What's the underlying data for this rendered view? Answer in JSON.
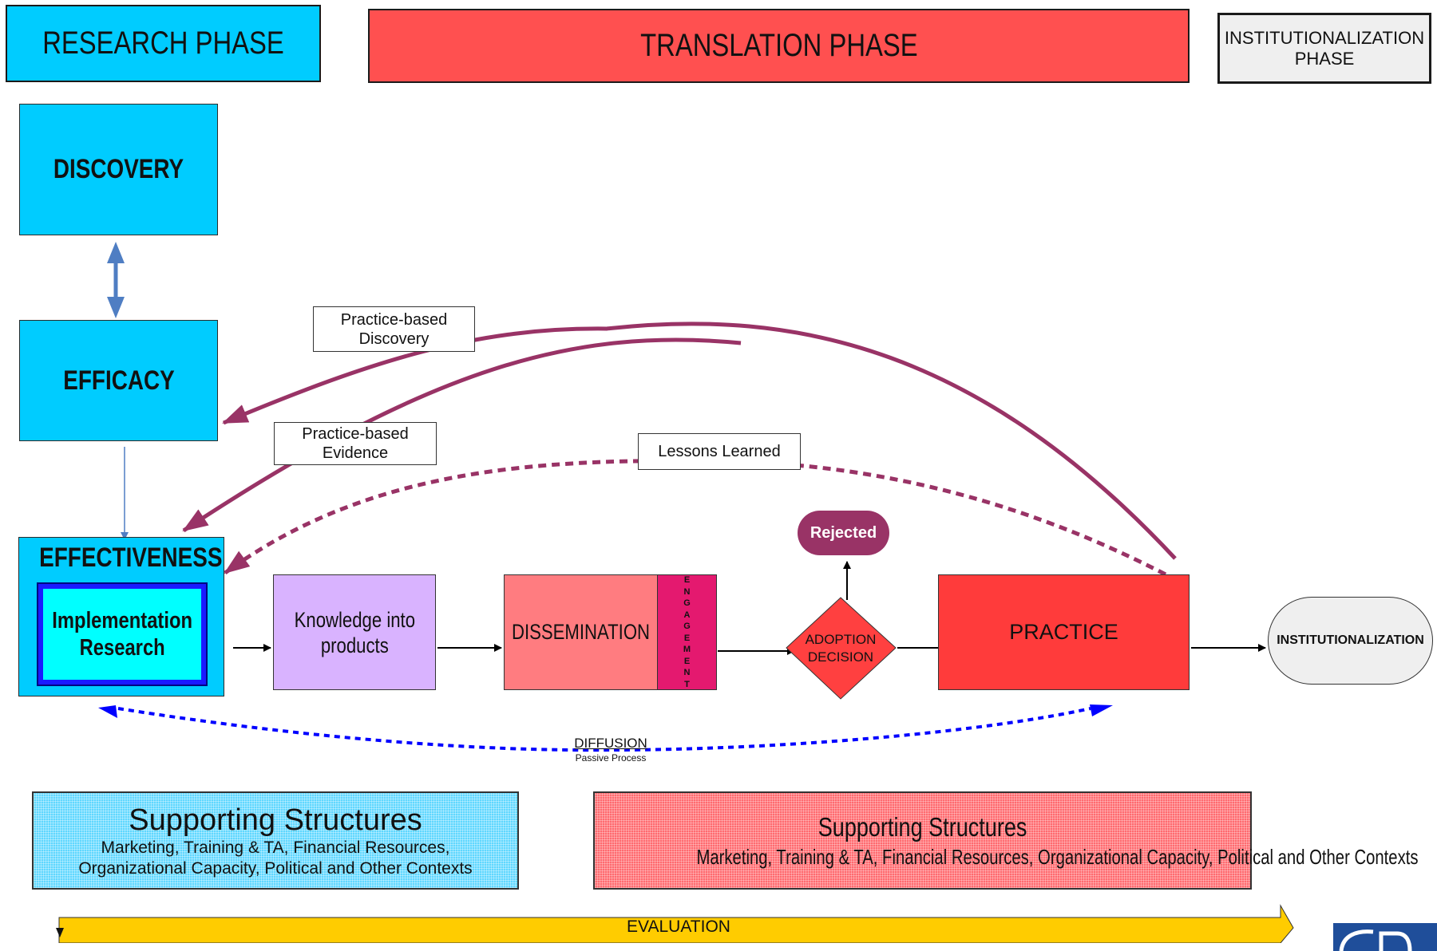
{
  "phases": {
    "research": "RESEARCH PHASE",
    "translation": "TRANSLATION PHASE",
    "institutionalization_line1": "INSTITUTIONALIZATION",
    "institutionalization_line2": "PHASE"
  },
  "research": {
    "discovery": "DISCOVERY",
    "efficacy": "EFFICACY",
    "effectiveness": "EFFECTIVENESS",
    "implementation_line1": "Implementation",
    "implementation_line2": "Research"
  },
  "flow": {
    "knowledge_line1": "Knowledge into",
    "knowledge_line2": "products",
    "dissemination": "DISSEMINATION",
    "engagement_letters": [
      "E",
      "N",
      "G",
      "A",
      "G",
      "E",
      "M",
      "E",
      "N",
      "T"
    ],
    "rejected": "Rejected",
    "adoption_line1": "ADOPTION",
    "adoption_line2": "DECISION",
    "practice": "PRACTICE",
    "institutionalization": "INSTITUTIONALIZATION"
  },
  "feedback": {
    "practice_based_discovery_line1": "Practice-based",
    "practice_based_discovery_line2": "Discovery",
    "practice_based_evidence_line1": "Practice-based",
    "practice_based_evidence_line2": "Evidence",
    "lessons_learned": "Lessons Learned",
    "diffusion": "DIFFUSION",
    "diffusion_sub": "Passive Process"
  },
  "supporting": {
    "left_title": "Supporting Structures",
    "left_body_line1": "Marketing, Training & TA, Financial Resources,",
    "left_body_line2": "Organizational Capacity, Political and Other Contexts",
    "right_title": "Supporting Structures",
    "right_body": "Marketing, Training & TA, Financial Resources, Organizational Capacity, Political and Other Contexts"
  },
  "evaluation": "EVALUATION",
  "colors": {
    "research_blue": "#00ccff",
    "translation_red": "#ff5050",
    "feedback_purple": "#993366",
    "diffusion_blue": "#0000ff",
    "evaluation_yellow": "#ffcc00"
  }
}
